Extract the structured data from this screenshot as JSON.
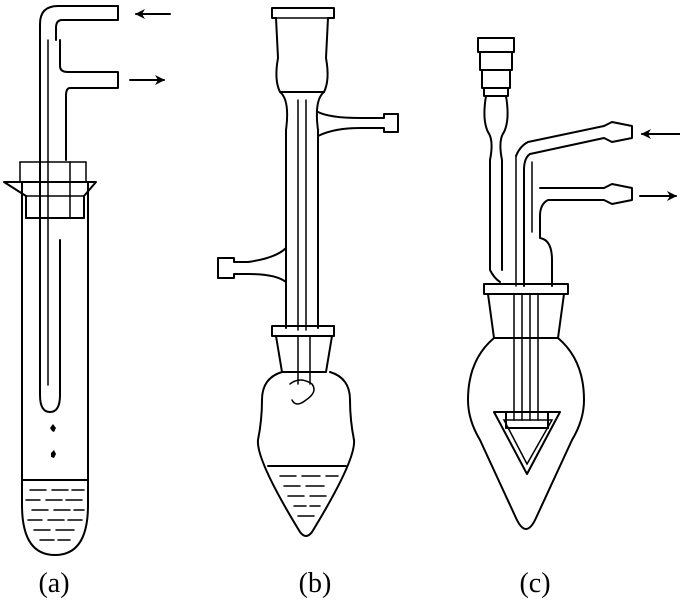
{
  "figure": {
    "panels": [
      {
        "id": "a",
        "label": "(a)"
      },
      {
        "id": "b",
        "label": "(b)"
      },
      {
        "id": "c",
        "label": "(c)"
      }
    ],
    "ink_color": "#000000",
    "background_color": "#ffffff"
  }
}
